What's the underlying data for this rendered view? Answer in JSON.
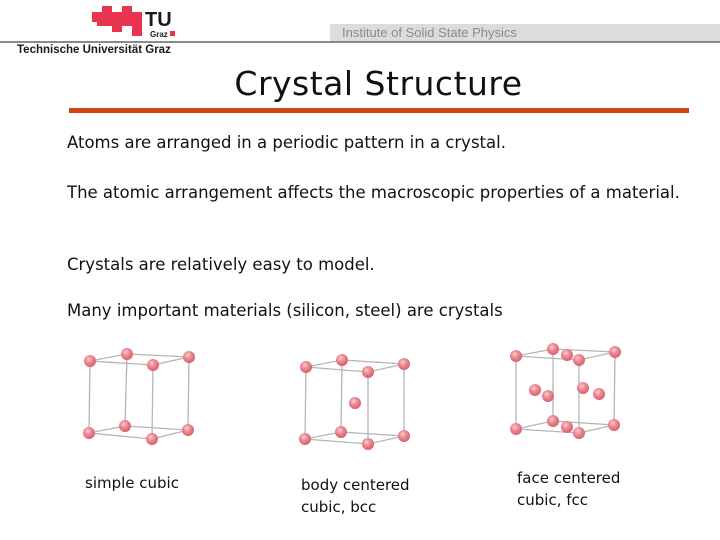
{
  "header": {
    "logo_text_main": "TU",
    "logo_text_sub": "Graz",
    "university_name": "Technische Universität Graz",
    "institute_name": "Institute of Solid State Physics",
    "colors": {
      "logo_red": "#e8344e",
      "rule": "#cc4411",
      "institute_bar": "#dcdcdc"
    }
  },
  "slide": {
    "title": "Crystal Structure",
    "bullets": [
      "Atoms are arranged in a periodic pattern in a crystal.",
      "The atomic arrangement affects the macroscopic properties of a material.",
      "Crystals are relatively easy to model.",
      "Many important materials (silicon, steel) are crystals"
    ]
  },
  "figures": [
    {
      "id": "simple-cubic",
      "caption_line1": "simple cubic",
      "caption_line2": ""
    },
    {
      "id": "bcc",
      "caption_line1": "body centered",
      "caption_line2": "cubic, bcc"
    },
    {
      "id": "fcc",
      "caption_line1": "face centered",
      "caption_line2": "cubic, fcc"
    }
  ]
}
